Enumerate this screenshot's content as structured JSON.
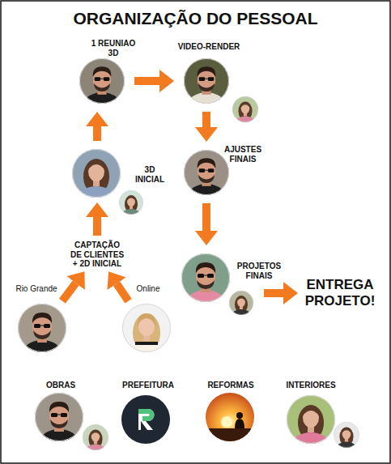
{
  "diagram": {
    "title": "ORGANIZAÇÃO DO PESSOAL",
    "nodes": [
      {
        "text": [
          "1 REUNIAO 3D"
        ]
      },
      {
        "text": [
          "VIDEO-RENDER"
        ]
      },
      {
        "text": [
          "3D INICIAL"
        ]
      },
      {
        "text": [
          "AJUSTES FINAIS"
        ]
      },
      {
        "text": [
          "CAPTAÇÃO DE CLIENTES + 2D INICIAL"
        ]
      },
      {
        "text": [
          "PROJETOS FINAIS"
        ]
      },
      {
        "text": [
          "ENTREGA PROJETO!"
        ]
      },
      {
        "text": [
          "Rio Grande"
        ]
      },
      {
        "text": [
          "Online"
        ]
      },
      {
        "text": [
          "OBRAS"
        ]
      },
      {
        "text": [
          "PREFEITURA"
        ]
      },
      {
        "text": [
          "REFORMAS"
        ]
      },
      {
        "text": [
          "INTERIORES"
        ]
      }
    ],
    "edges": [
      {
        "from": 0,
        "to": 1,
        "arrow": "to"
      },
      {
        "from": 1,
        "to": 3,
        "arrow": "to"
      },
      {
        "from": 2,
        "to": 0,
        "arrow": "to"
      },
      {
        "from": 3,
        "to": 5,
        "arrow": "to"
      },
      {
        "from": 4,
        "to": 2,
        "arrow": "to"
      },
      {
        "from": 5,
        "to": 6,
        "arrow": "to"
      },
      {
        "from": 7,
        "to": 4,
        "arrow": "to"
      },
      {
        "from": 8,
        "to": 4,
        "arrow": "to"
      }
    ]
  }
}
